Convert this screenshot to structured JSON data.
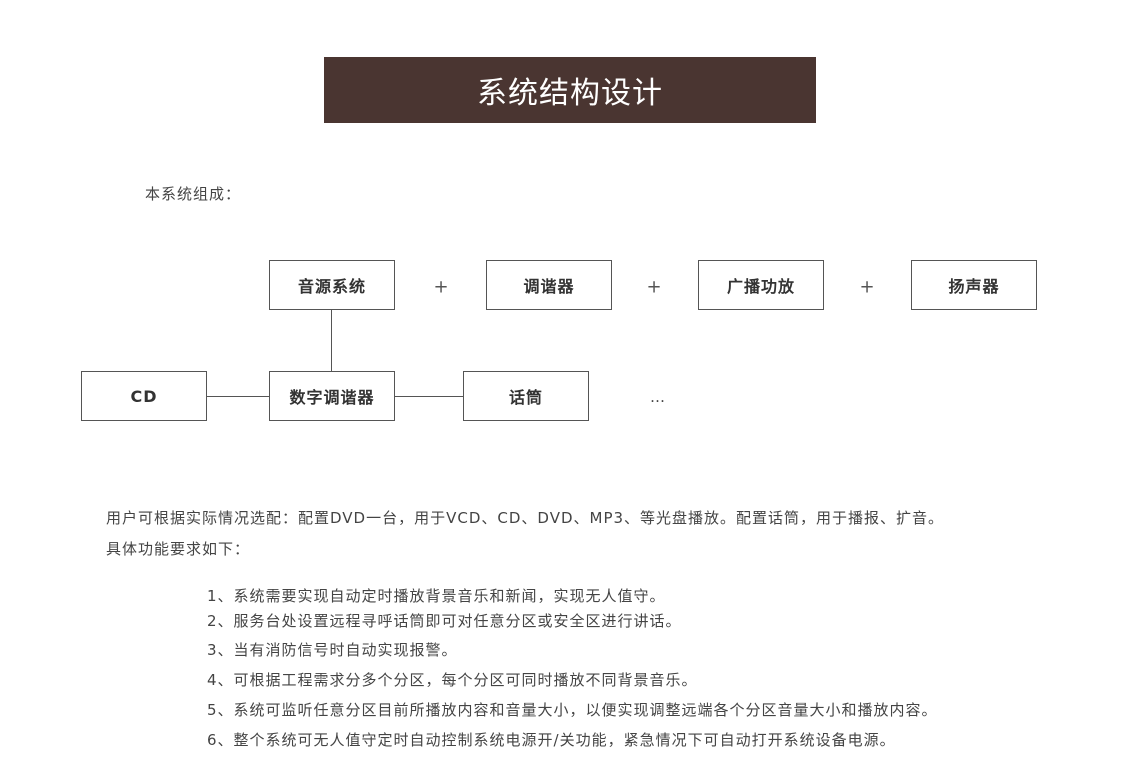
{
  "title": "系统结构设计",
  "intro": "本系统组成：",
  "diagram": {
    "top": [
      "音源系统",
      "调谐器",
      "广播功放",
      "扬声器"
    ],
    "plus": "+",
    "bottom": [
      "CD",
      "数字调谐器",
      "话筒"
    ],
    "ellipsis": "…"
  },
  "paragraph": [
    "用户可根据实际情况选配：配置DVD一台，用于VCD、CD、DVD、MP3、等光盘播放。配置话筒，用于播报、扩音。",
    "具体功能要求如下："
  ],
  "requirements": [
    "1、系统需要实现自动定时播放背景音乐和新闻，实现无人值守。",
    "2、服务台处设置远程寻呼话筒即可对任意分区或安全区进行讲话。",
    "3、当有消防信号时自动实现报警。",
    "4、可根据工程需求分多个分区，每个分区可同时播放不同背景音乐。",
    "5、系统可监听任意分区目前所播放内容和音量大小，以便实现调整远端各个分区音量大小和播放内容。",
    "6、整个系统可无人值守定时自动控制系统电源开/关功能，紧急情况下可自动打开系统设备电源。"
  ]
}
